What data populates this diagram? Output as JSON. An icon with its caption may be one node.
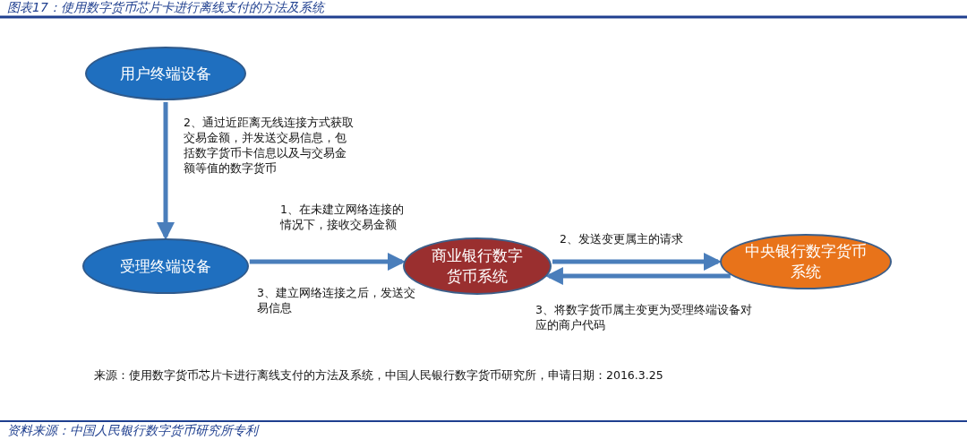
{
  "diagram": {
    "title": "图表17：使用数字货币芯片卡进行离线支付的方法及系统",
    "caption": "资料来源：中国人民银行数字货币研究所专利",
    "nodes": [
      {
        "text": [
          "用户终端设备"
        ]
      },
      {
        "text": [
          "受理终端设备"
        ]
      },
      {
        "text": [
          "商业银行数字货币系统"
        ]
      },
      {
        "text": [
          "中央银行数字货币系统"
        ]
      }
    ],
    "edges": [
      {
        "from": 0,
        "to": 1,
        "arrow": "to",
        "label": "2、通过近距离无线连接方式获取交易金额，并发送交易信息，包括数字货币卡信息以及与交易金额等值的数字货币"
      },
      {
        "from": 1,
        "to": 2,
        "arrow": "to",
        "label": "1、在未建立网络连接的情况下，接收交易金额"
      },
      {
        "from": 2,
        "to": 3,
        "arrow": "to",
        "label": "2、发送变更属主的请求"
      },
      {
        "from": 3,
        "to": 2,
        "arrow": "to",
        "label": "3、将数字货币属主变更为受理终端设备对应的商户代码"
      }
    ],
    "labels": [
      "3、建立网络连接之后，发送交易信息",
      "来源：使用数字货币芯片卡进行离线支付的方法及系统，中国人民银行数字货币研究所，申请日期：2016.3.25"
    ]
  }
}
